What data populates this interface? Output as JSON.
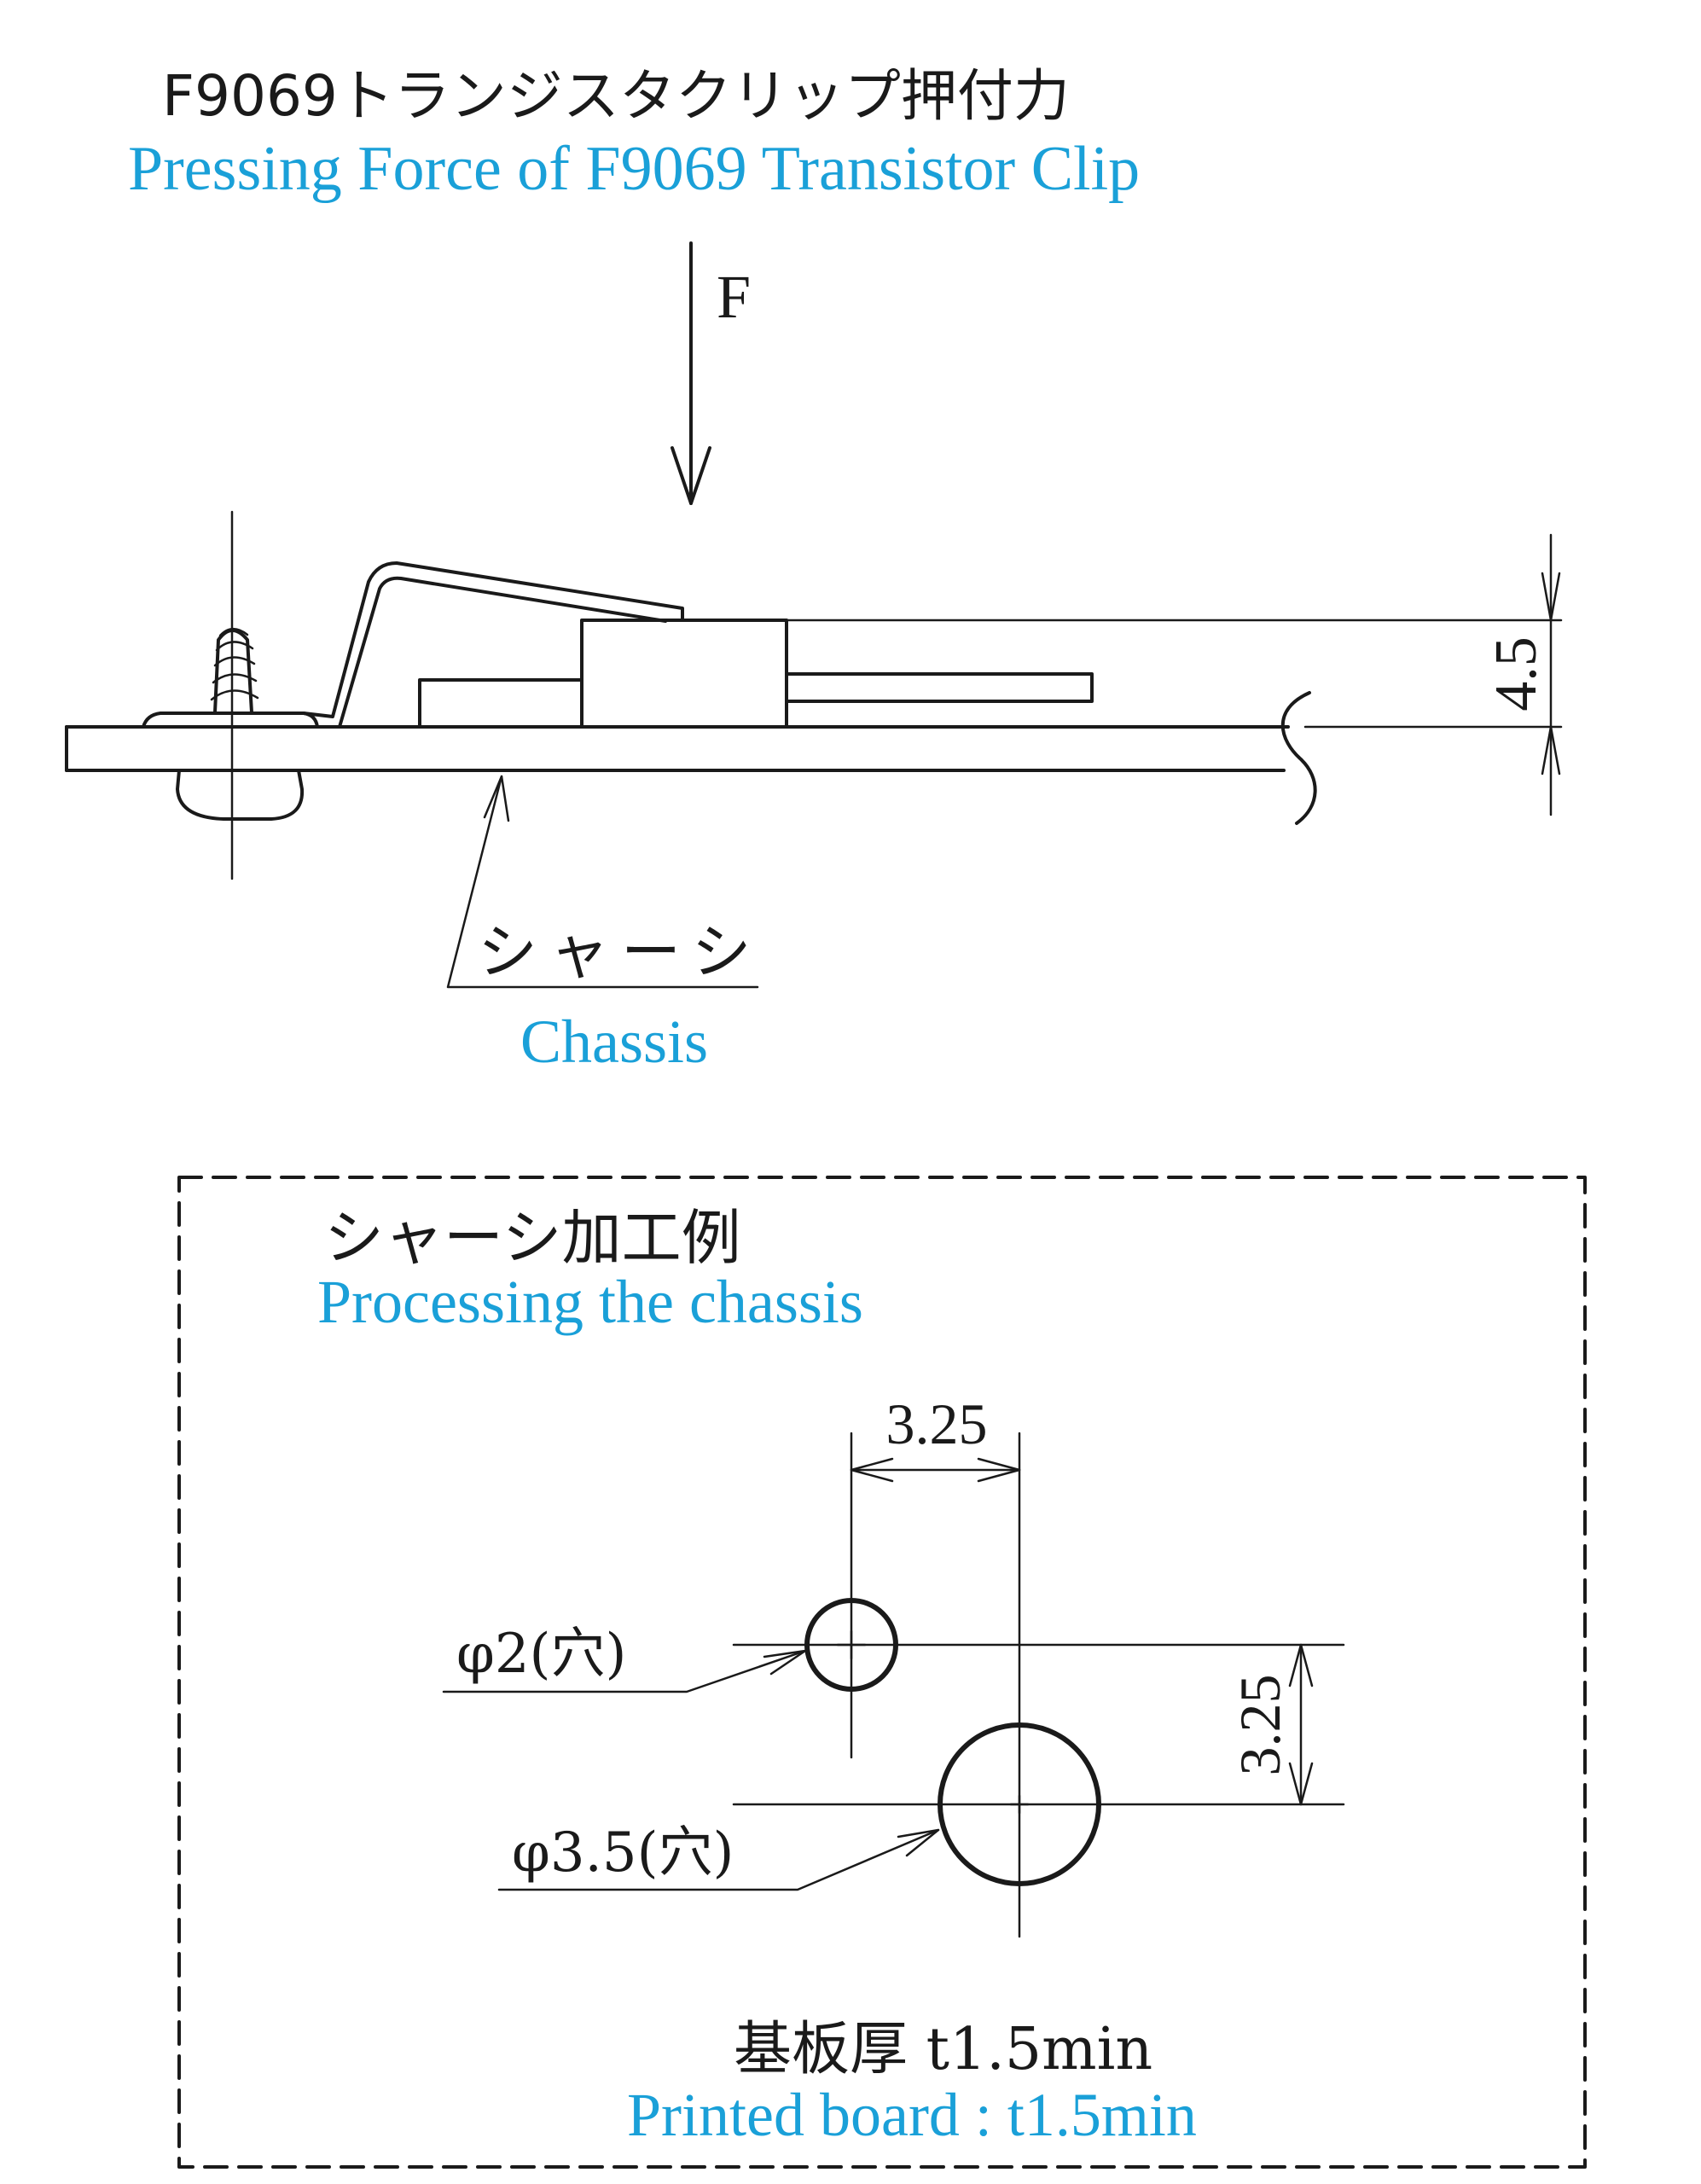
{
  "title": {
    "jp": "F9069トランジスタクリップ押付力",
    "en": "Pressing Force of F9069 Transistor Clip"
  },
  "side_view": {
    "force_label": "F",
    "height_dim": "4.5",
    "chassis_label_jp": "シャーシ",
    "chassis_label_en": "Chassis"
  },
  "processing": {
    "title_jp": "シャーシ加工例",
    "title_en": "Processing the chassis",
    "spacing_horizontal": "3.25",
    "spacing_vertical": "3.25",
    "small_hole_label": "φ2(穴)",
    "large_hole_label": "φ3.5(穴)",
    "board_thickness_jp": "基板厚 t1.5min",
    "board_thickness_en": "Printed board : t1.5min"
  },
  "colors": {
    "english_text": "#1aa0d8",
    "line": "#1a1a1a"
  }
}
